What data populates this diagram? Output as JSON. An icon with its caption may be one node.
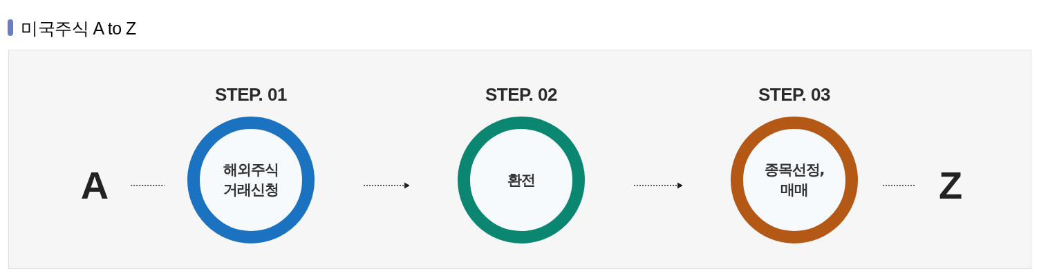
{
  "diagram": {
    "title": "미국주식 A to Z",
    "nodes": [
      {
        "text": [
          "A"
        ]
      },
      {
        "text": [
          "STEP. 01",
          "해외주식 거래신청"
        ]
      },
      {
        "text": [
          "STEP. 02",
          "환전"
        ]
      },
      {
        "text": [
          "STEP. 03",
          "종목선정, 매매"
        ]
      },
      {
        "text": [
          "Z"
        ]
      }
    ],
    "edges": [
      {
        "from": 0,
        "to": 1,
        "arrow": "none"
      },
      {
        "from": 1,
        "to": 2,
        "arrow": "to"
      },
      {
        "from": 2,
        "to": 3,
        "arrow": "to"
      },
      {
        "from": 3,
        "to": 4,
        "arrow": "none"
      }
    ]
  }
}
